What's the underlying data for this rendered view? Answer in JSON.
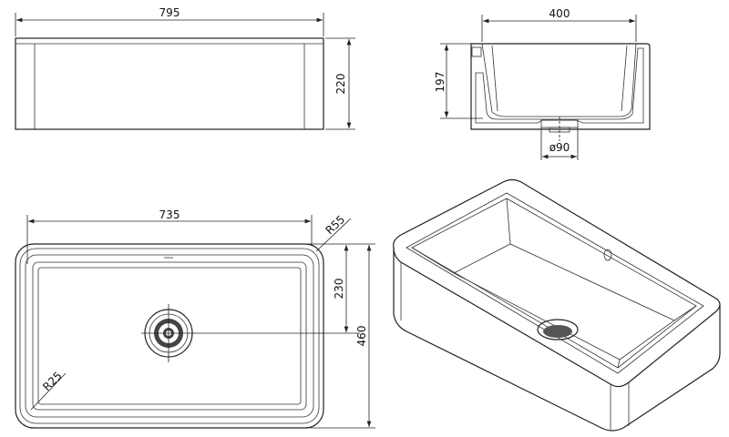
{
  "drawing": {
    "front_view": {
      "width_label": "795",
      "height_label": "220"
    },
    "side_view": {
      "width_label": "400",
      "depth_label": "197",
      "drain_label": "ø90"
    },
    "top_view": {
      "inner_width_label": "735",
      "outer_radius_label": "R55",
      "drain_offset_label": "230",
      "depth_label": "460",
      "inner_radius_label": "R25"
    }
  }
}
